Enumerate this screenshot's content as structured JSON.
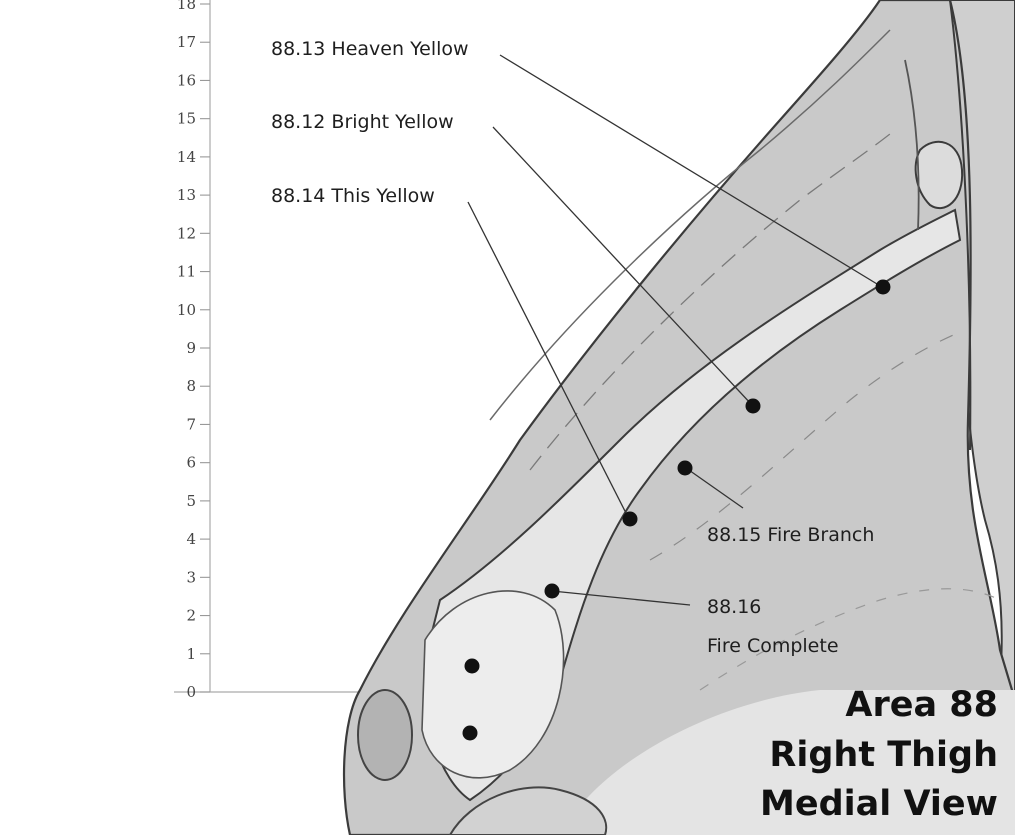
{
  "ruler": {
    "ticks": [
      "18",
      "17",
      "16",
      "15",
      "14",
      "13",
      "12",
      "11",
      "10",
      "9",
      "8",
      "7",
      "6",
      "5",
      "4",
      "3",
      "2",
      "1",
      "0"
    ]
  },
  "labels": {
    "p8813": "88.13 Heaven Yellow",
    "p8812": "88.12 Bright Yellow",
    "p8814": "88.14 This Yellow",
    "p8815": "88.15 Fire Branch",
    "p8816_num": "88.16",
    "p8816_name": "Fire Complete"
  },
  "title": {
    "line1": "Area 88",
    "line2": "Right Thigh",
    "line3": "Medial View"
  },
  "colors": {
    "skin": "#c9c9c9",
    "shadow": "#9b9b9b",
    "highlight": "#e9e9e9",
    "outline": "#3b3b3b",
    "point": "#111111"
  }
}
